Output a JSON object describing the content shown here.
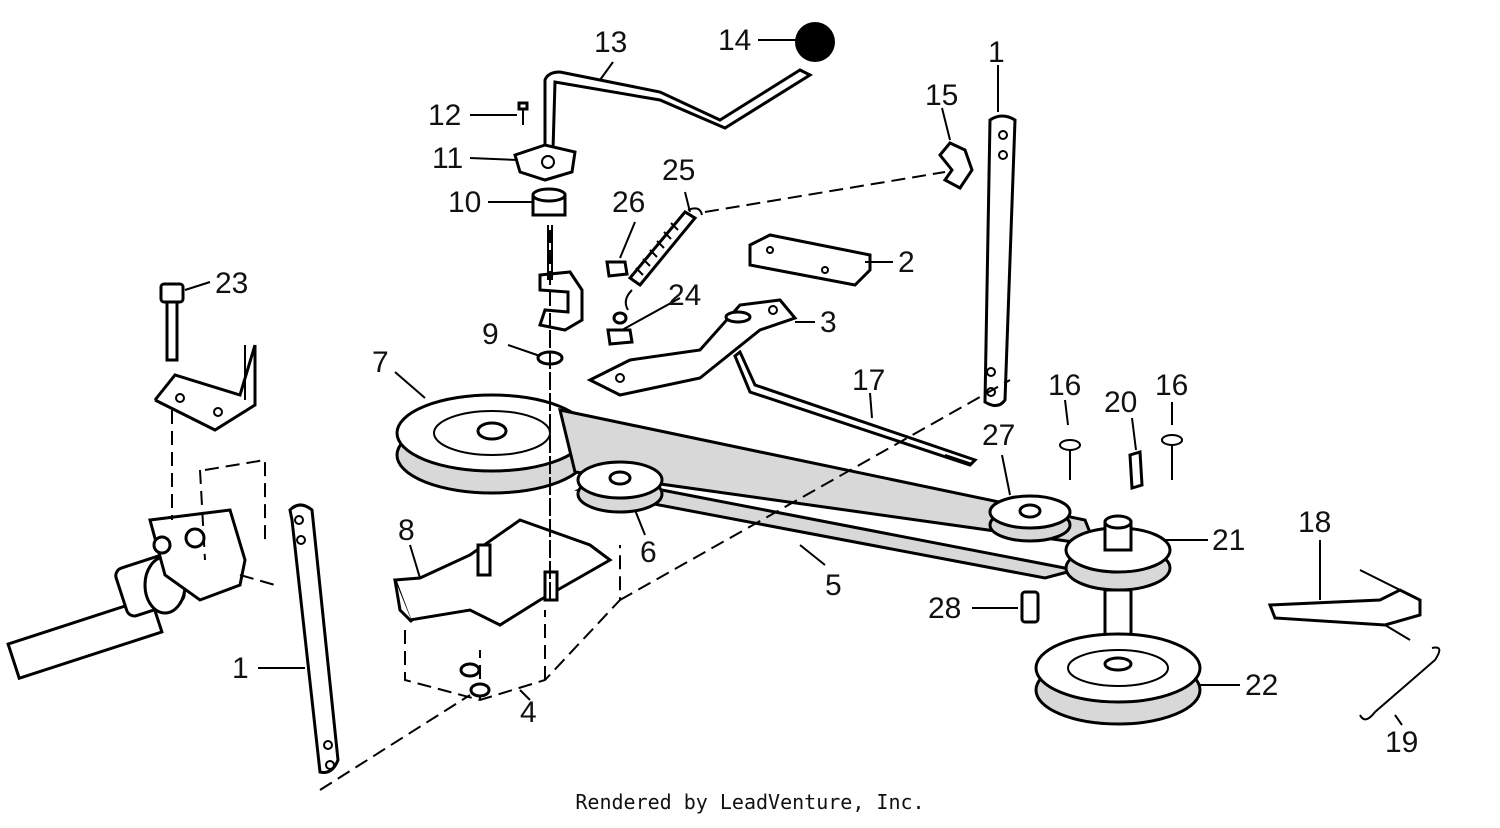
{
  "diagram": {
    "callouts": [
      {
        "id": "c1a",
        "text": "1"
      },
      {
        "id": "c1b",
        "text": "1"
      },
      {
        "id": "c2",
        "text": "2"
      },
      {
        "id": "c3",
        "text": "3"
      },
      {
        "id": "c4",
        "text": "4"
      },
      {
        "id": "c5",
        "text": "5"
      },
      {
        "id": "c6",
        "text": "6"
      },
      {
        "id": "c7",
        "text": "7"
      },
      {
        "id": "c8",
        "text": "8"
      },
      {
        "id": "c9",
        "text": "9"
      },
      {
        "id": "c10",
        "text": "10"
      },
      {
        "id": "c11",
        "text": "11"
      },
      {
        "id": "c12",
        "text": "12"
      },
      {
        "id": "c13",
        "text": "13"
      },
      {
        "id": "c14",
        "text": "14"
      },
      {
        "id": "c15",
        "text": "15"
      },
      {
        "id": "c16a",
        "text": "16"
      },
      {
        "id": "c16b",
        "text": "16"
      },
      {
        "id": "c17",
        "text": "17"
      },
      {
        "id": "c18",
        "text": "18"
      },
      {
        "id": "c19",
        "text": "19"
      },
      {
        "id": "c20",
        "text": "20"
      },
      {
        "id": "c21",
        "text": "21"
      },
      {
        "id": "c22",
        "text": "22"
      },
      {
        "id": "c23",
        "text": "23"
      },
      {
        "id": "c24",
        "text": "24"
      },
      {
        "id": "c25",
        "text": "25"
      },
      {
        "id": "c26",
        "text": "26"
      },
      {
        "id": "c27",
        "text": "27"
      },
      {
        "id": "c28",
        "text": "28"
      }
    ]
  },
  "footer": {
    "credit": "Rendered by LeadVenture, Inc."
  }
}
